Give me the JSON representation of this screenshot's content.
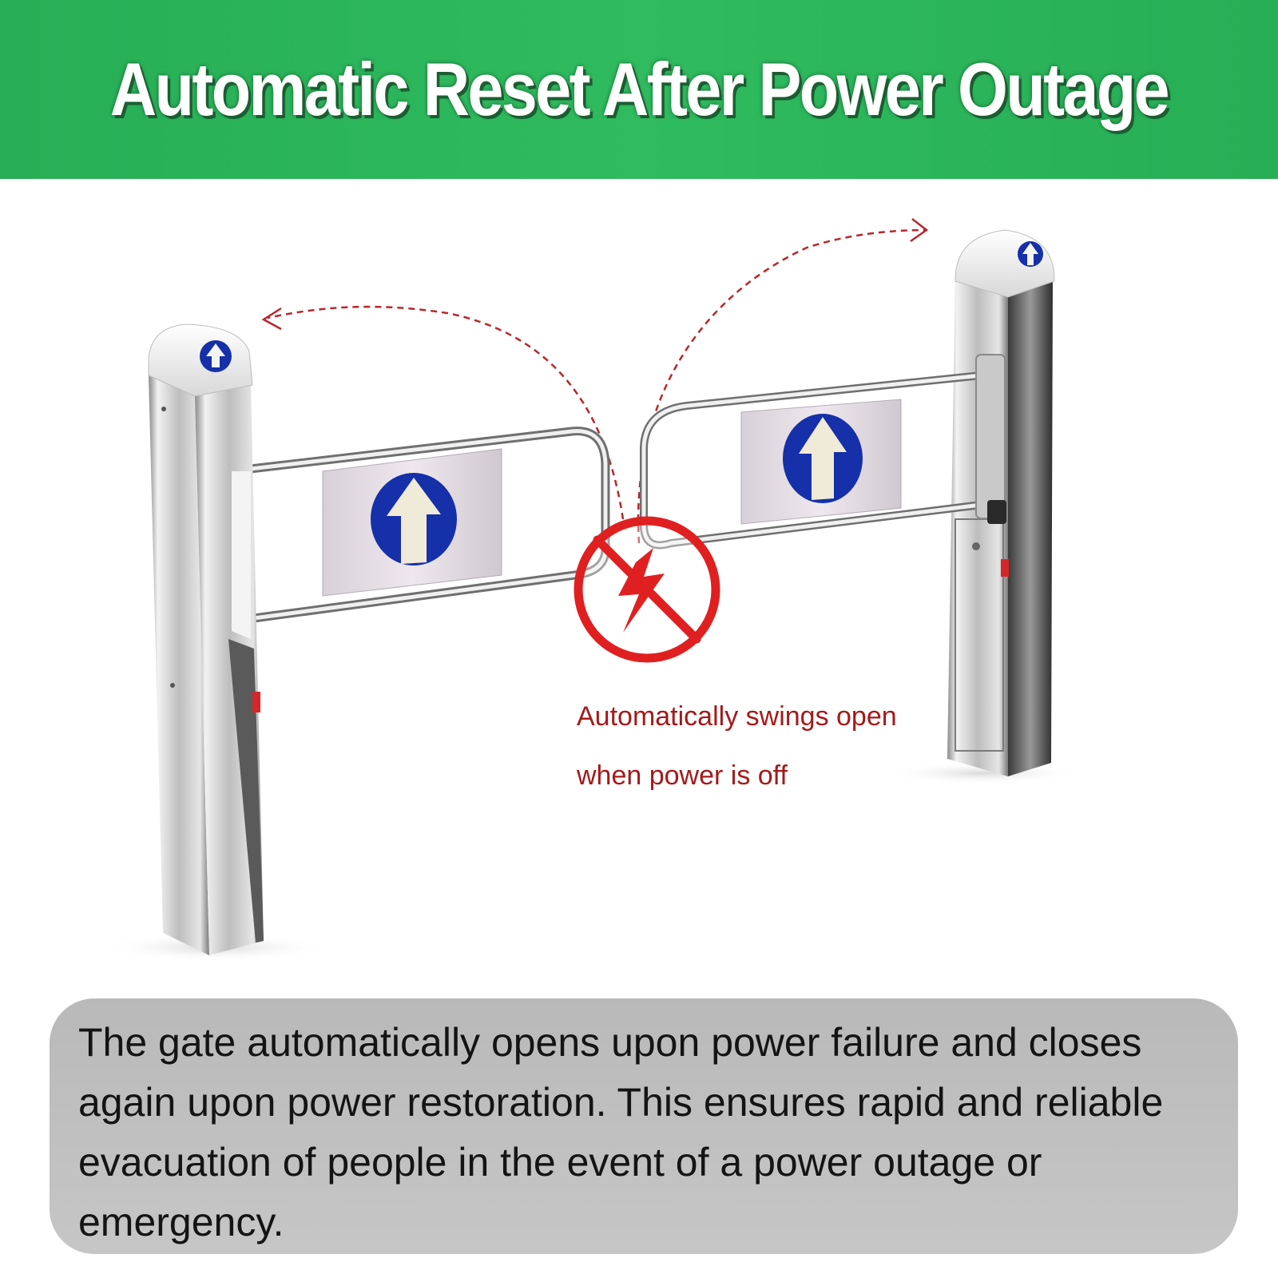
{
  "banner": {
    "title": "Automatic Reset After Power Outage",
    "color": "#2fbb5e"
  },
  "illustration": {
    "subject": "swing gate with two stainless steel posts",
    "icons": [
      "up-arrow-icon",
      "no-power-prohibition-icon"
    ],
    "caption_line_1": "Automatically swings open",
    "caption_line_2": "when power is off",
    "caption_color": "#a41a1a",
    "symbol_color": "#e02020",
    "sign_color": "#1530a8"
  },
  "note": {
    "text": "The gate automatically opens upon power failure and closes again upon power restoration. This ensures rapid and reliable evacuation of people in the event of a power outage or emergency."
  }
}
